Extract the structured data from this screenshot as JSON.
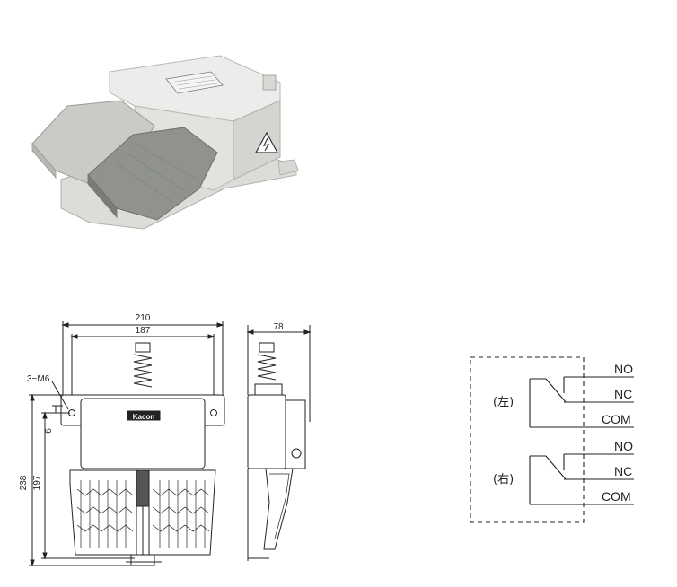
{
  "product_photo": {
    "label_text": "",
    "housing_color": "#e8e8e6",
    "left_pedal_color": "#c9cbc6",
    "right_pedal_color": "#8f928d"
  },
  "dimension_drawing": {
    "overall_width": "210",
    "inner_width": "187",
    "depth": "78",
    "mount_holes": "3−M6",
    "small_offset": "6",
    "overall_height": "238",
    "inner_height": "197",
    "brand_mark": "Kacon"
  },
  "wiring_diagram": {
    "left_switch_label": "(左)",
    "right_switch_label": "(右)",
    "left_terminals": [
      "NO",
      "NC",
      "COM"
    ],
    "right_terminals": [
      "NO",
      "NC",
      "COM"
    ]
  }
}
